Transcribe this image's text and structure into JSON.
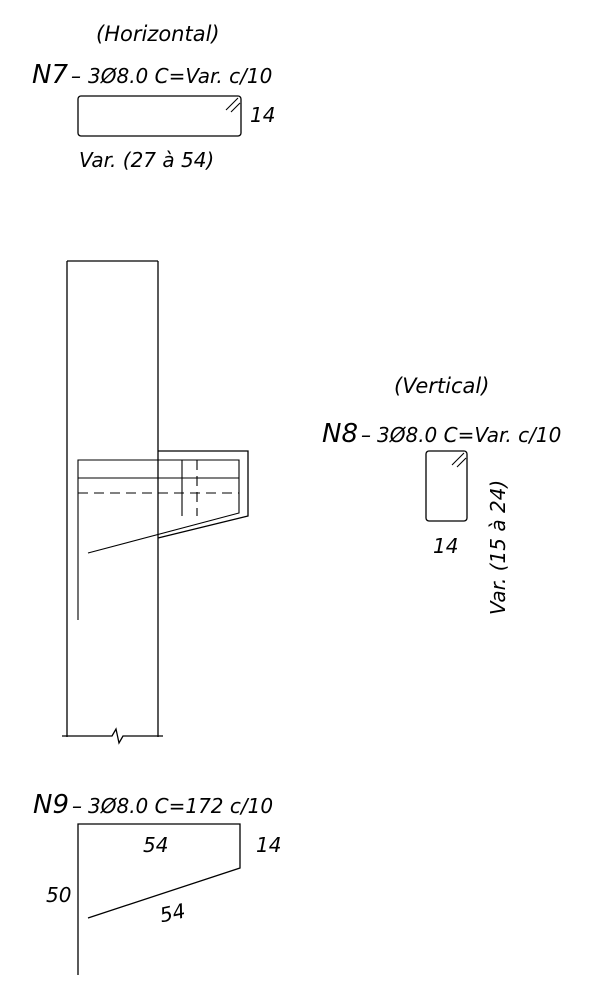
{
  "bar_n7": {
    "orientation": "(Horizontal)",
    "mark": "N7",
    "dash": "–",
    "spec": "3Ø8.0 C=Var. c/10",
    "side_dim": "14",
    "length_dim": "Var. (27 à 54)"
  },
  "bar_n8": {
    "orientation": "(Vertical)",
    "mark": "N8",
    "dash": "–",
    "spec": "3Ø8.0 C=Var. c/10",
    "width_dim": "14",
    "height_dim": "Var. (15 à 24)"
  },
  "bar_n9": {
    "mark": "N9",
    "dash": "–",
    "spec": "3Ø8.0 C=172 c/10",
    "top_dim": "54",
    "right_dim": "14",
    "left_dim": "50",
    "diagonal_dim": "54"
  },
  "colors": {
    "ink": "#000000",
    "background": "#ffffff"
  }
}
